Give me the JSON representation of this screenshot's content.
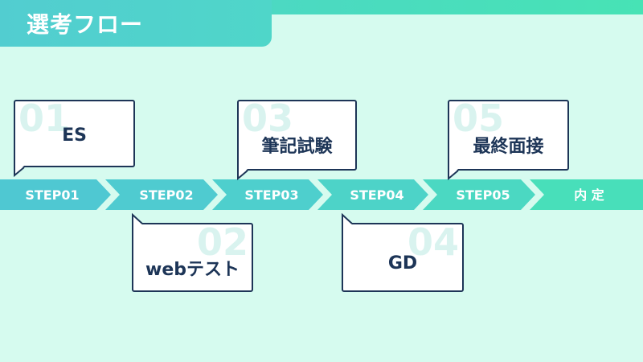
{
  "header": {
    "title": "選考フロー"
  },
  "steps": [
    "STEP01",
    "STEP02",
    "STEP03",
    "STEP04",
    "STEP05",
    "内 定"
  ],
  "bubbles": [
    {
      "num": "01",
      "label": "ES"
    },
    {
      "num": "02",
      "label": "webテスト"
    },
    {
      "num": "03",
      "label": "筆記試験"
    },
    {
      "num": "04",
      "label": "GD"
    },
    {
      "num": "05",
      "label": "最終面接"
    }
  ],
  "colors": {
    "background": "#d6fbef",
    "accent_start": "#4fc9d0",
    "accent_end": "#47e3b5",
    "text_dark": "#1d3557"
  }
}
